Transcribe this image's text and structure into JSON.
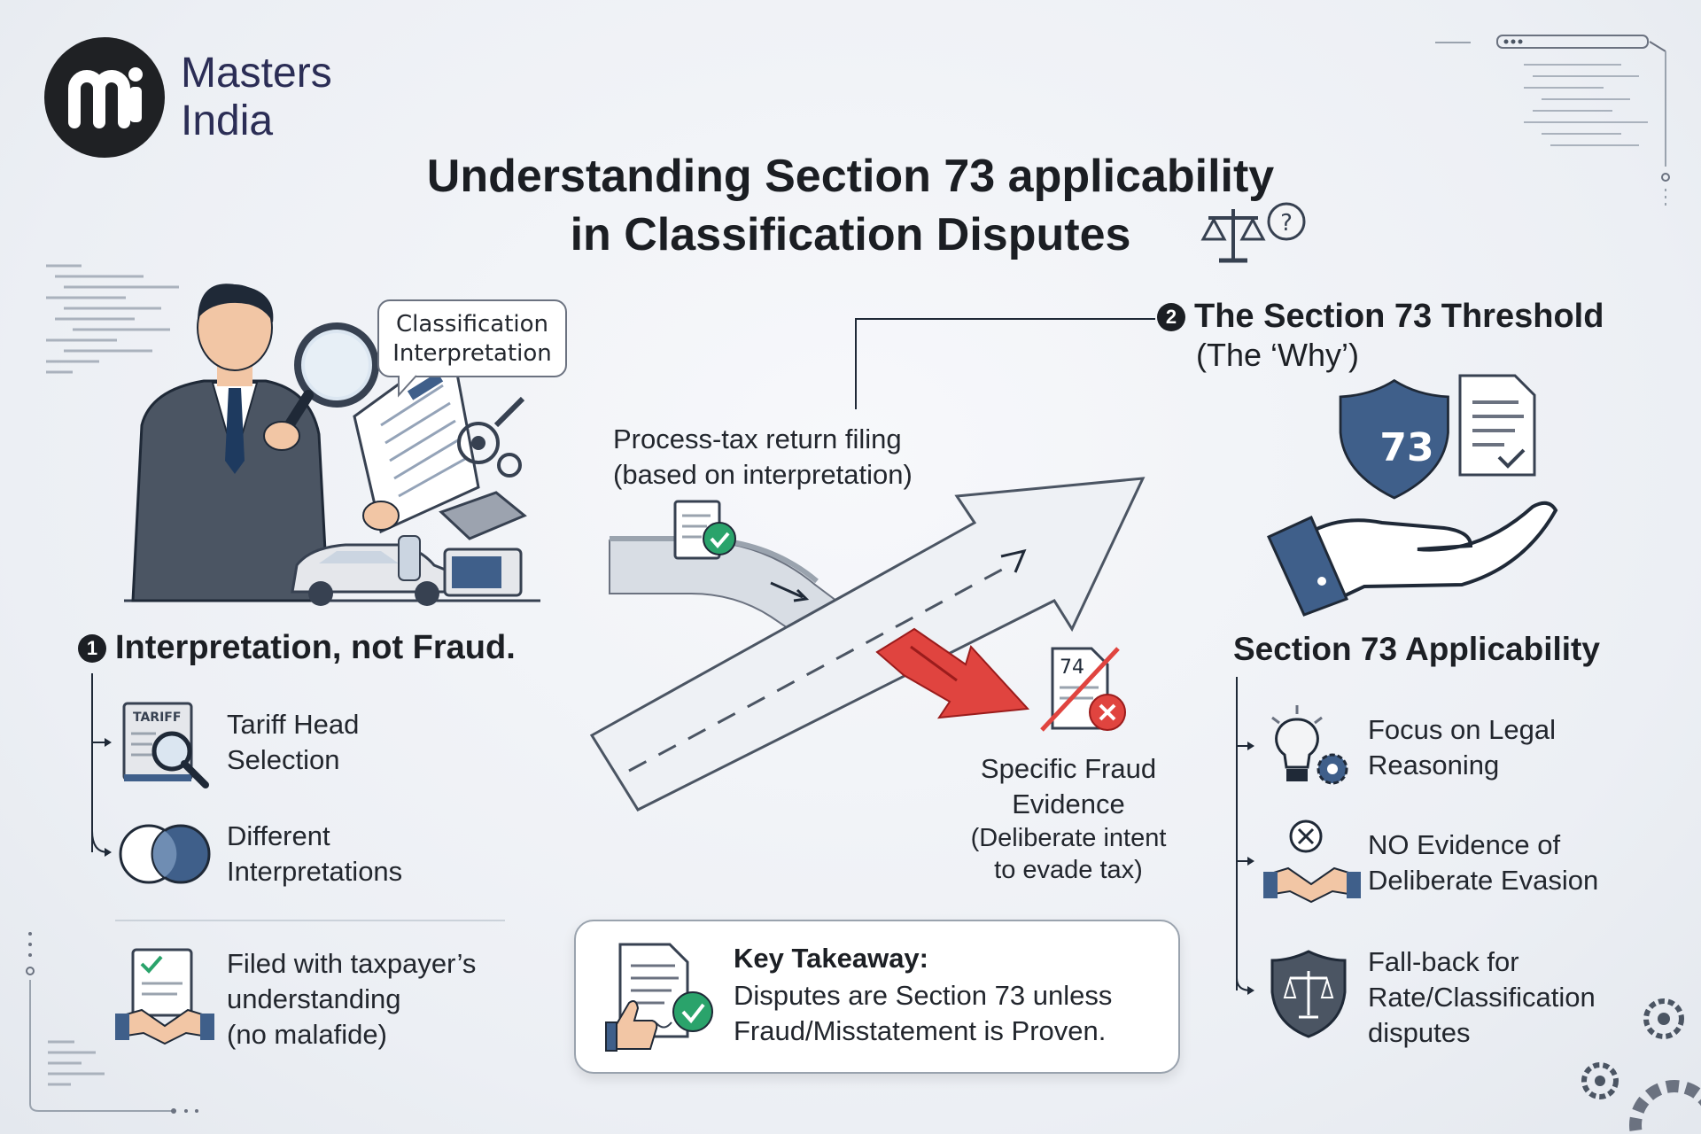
{
  "brand": {
    "line1": "Masters",
    "line2": "India",
    "logo_letters": "mi"
  },
  "title": {
    "line1": "Understanding Section 73 applicability",
    "line2": "in Classification Disputes"
  },
  "speech_bubble": {
    "line1": "Classification",
    "line2": "Interpretation"
  },
  "section1": {
    "number": "1",
    "heading": "Interpretation, not Fraud.",
    "items": [
      {
        "line1": "Tariff Head",
        "line2": "Selection",
        "icon_label": "TARIFF"
      },
      {
        "line1": "Different",
        "line2": "Interpretations"
      },
      {
        "line1": "Filed with taxpayer’s",
        "line2": "understanding",
        "line3": "(no malafide)"
      }
    ]
  },
  "road": {
    "label_line1": "Process-tax return filing",
    "label_line2": "(based on interpretation)",
    "fraud_line1": "Specific Fraud",
    "fraud_line2": "Evidence",
    "fraud_line3": "(Deliberate intent",
    "fraud_line4": "to evade tax)",
    "doc74": "74"
  },
  "section2": {
    "number": "2",
    "heading": "The Section 73 Threshold",
    "subheading": "(The ‘Why’)",
    "shield_number": "73"
  },
  "applicability": {
    "heading": "Section 73 Applicability",
    "items": [
      {
        "line1": "Focus on Legal",
        "line2": "Reasoning"
      },
      {
        "line1": "NO Evidence of",
        "line2": "Deliberate Evasion"
      },
      {
        "line1": "Fall-back for",
        "line2": "Rate/Classification",
        "line3": "disputes"
      }
    ]
  },
  "takeaway": {
    "title": "Key Takeaway:",
    "line1": "Disputes are Section 73 unless",
    "line2": "Fraud/Misstatement is Proven."
  },
  "colors": {
    "accent_blue": "#3f5f8a",
    "fraud_red": "#e0443f",
    "check_green": "#2aa36b",
    "dark": "#1f2124"
  }
}
